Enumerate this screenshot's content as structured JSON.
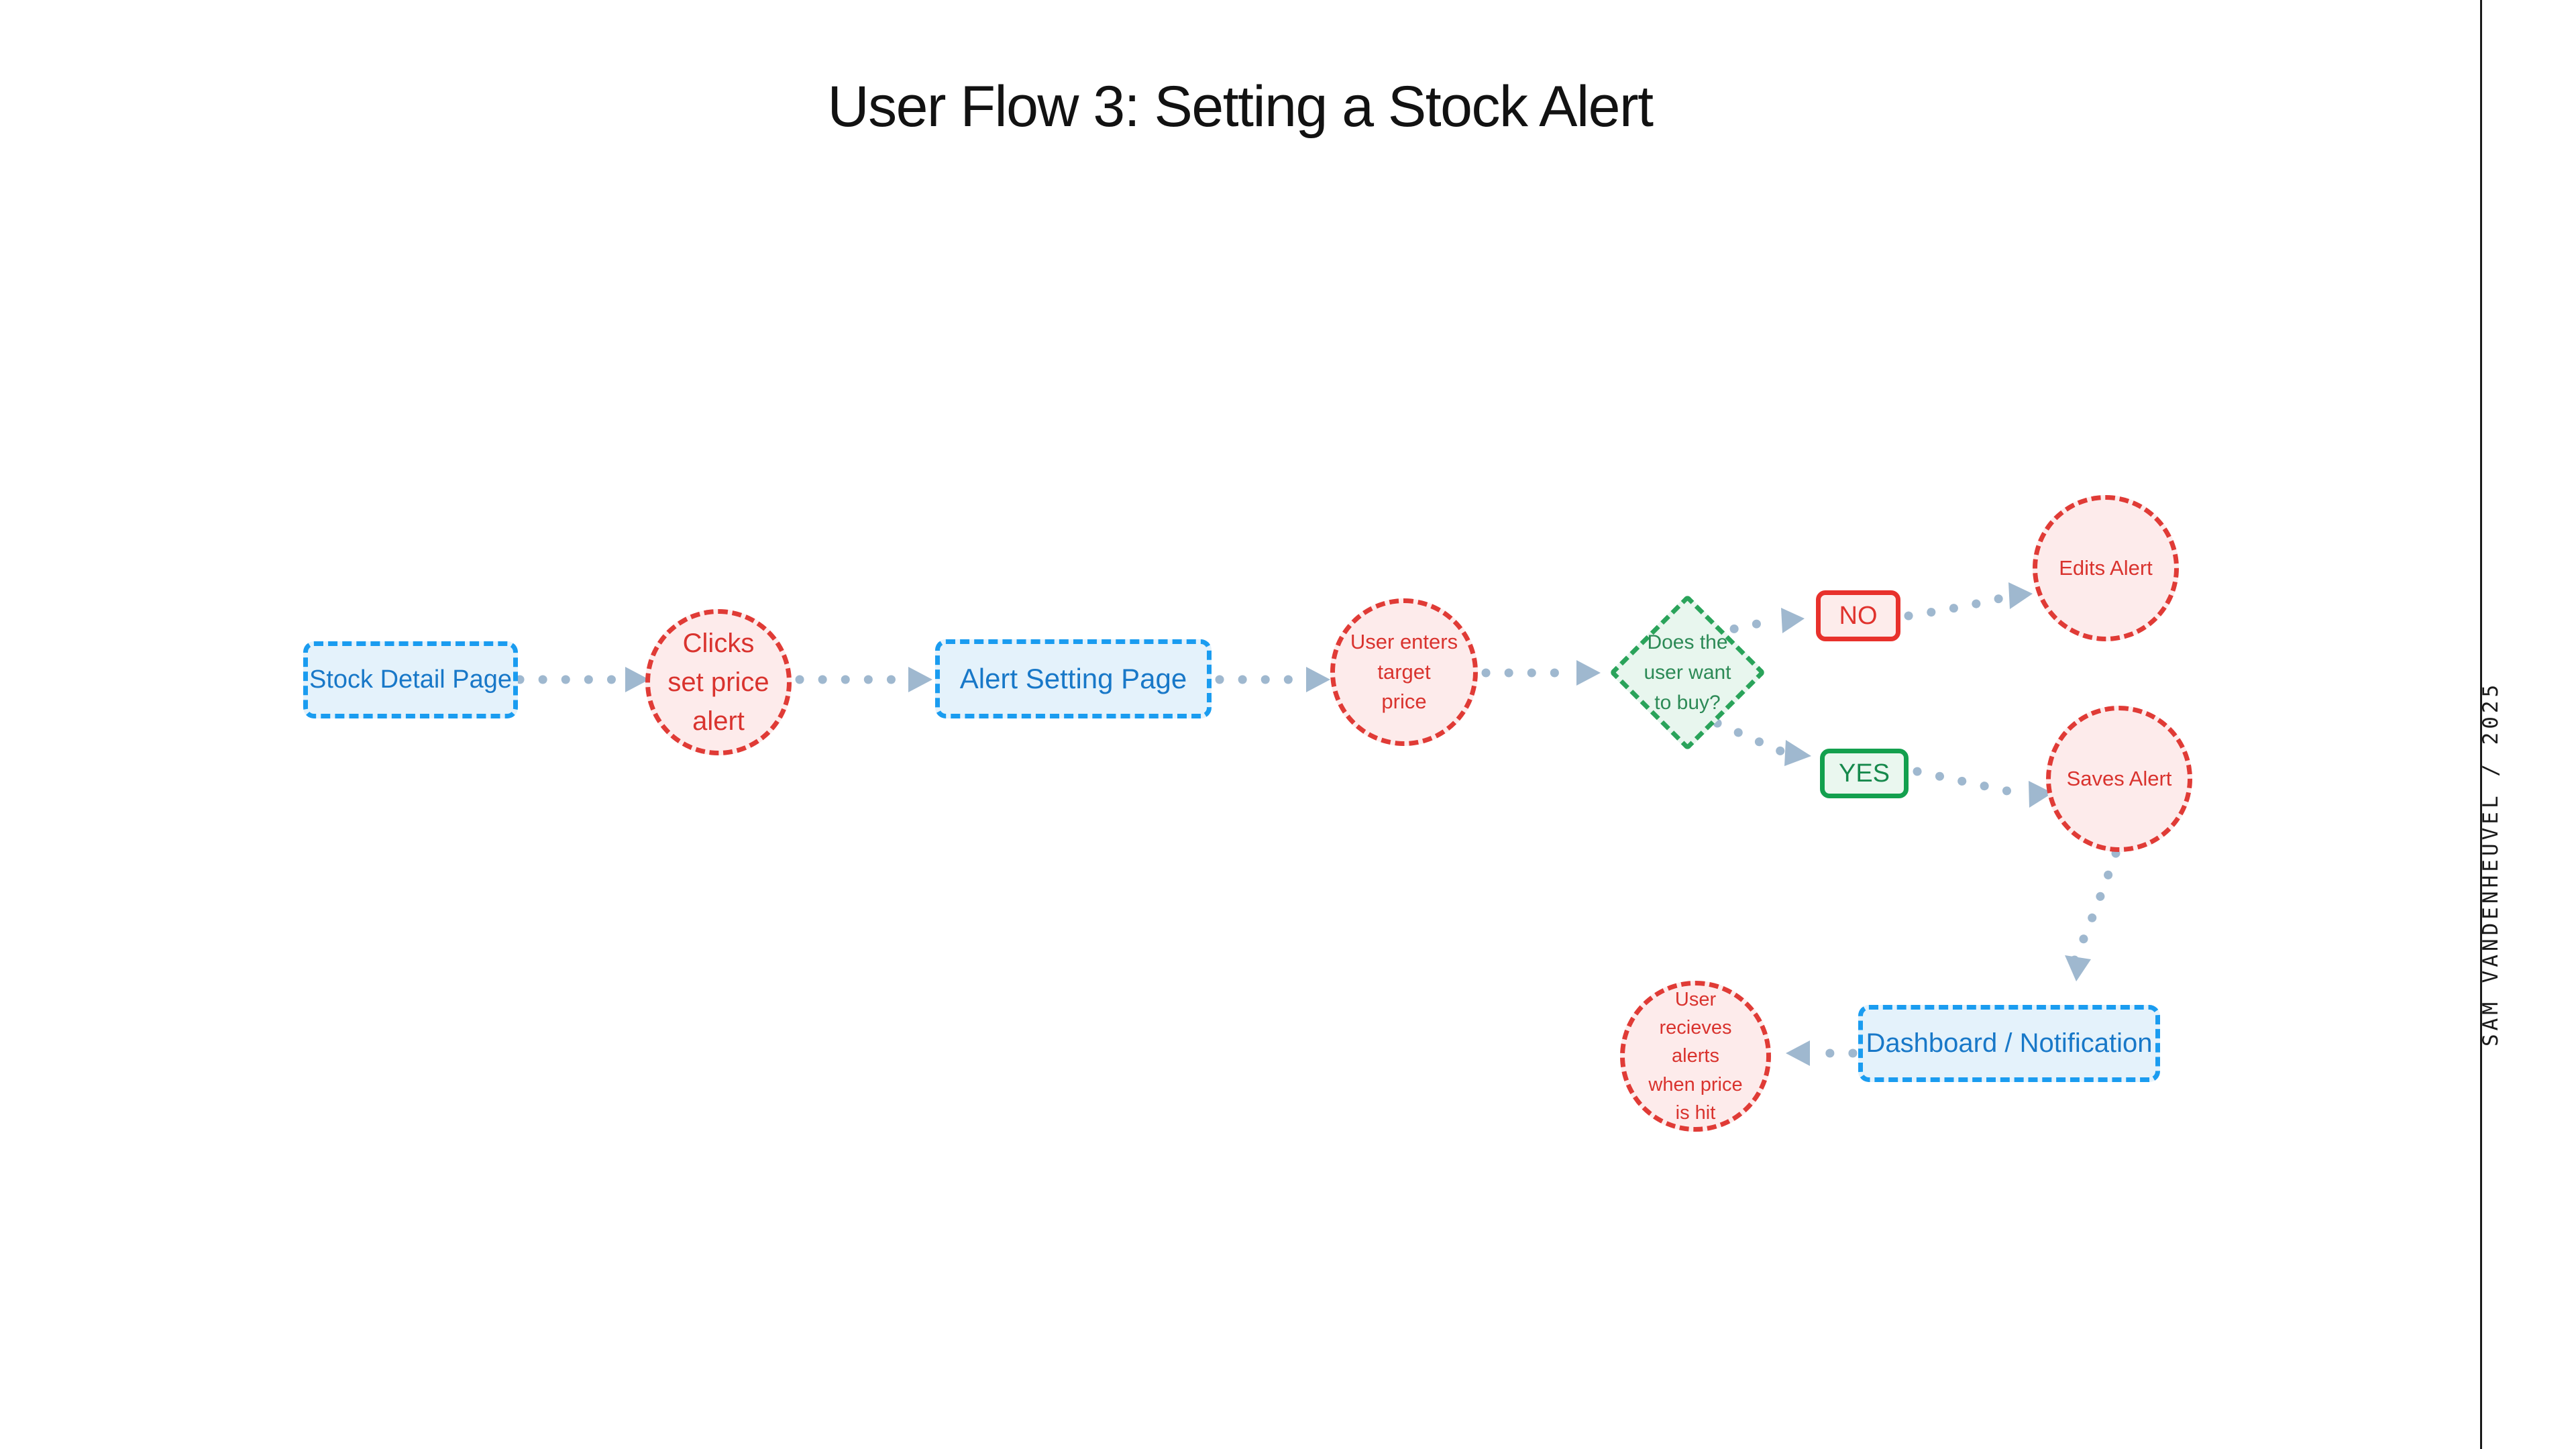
{
  "page": {
    "title": "User Flow 3: Setting a Stock Alert",
    "credit": "SAM VANDENHEUVEL  /  2025",
    "background": "#ffffff"
  },
  "palette": {
    "page_fill": "#e4f2fb",
    "page_border": "#1a9cf0",
    "page_text": "#1878c8",
    "action_fill": "#fdebeb",
    "action_border": "#e03b36",
    "action_text": "#d9332e",
    "decision_fill": "#e8f6ee",
    "decision_border": "#2aa35a",
    "decision_text": "#2c8a56",
    "no_border": "#e8312c",
    "yes_border": "#13a04e",
    "connector": "#9fb8cf",
    "title_text": "#121212"
  },
  "flow": {
    "nodes": {
      "stock_detail_page": "Stock Detail Page",
      "clicks_set_price_alert": "Clicks\nset price\nalert",
      "alert_setting_page": "Alert Setting Page",
      "user_enters_target_price": "User enters\ntarget\nprice",
      "decision_buy": "Does the\nuser want\nto buy?",
      "choice_no": "NO",
      "choice_yes": "YES",
      "edits_alert": "Edits Alert",
      "saves_alert": "Saves Alert",
      "dashboard_notification": "Dashboard / Notification",
      "user_recieves_alerts": "User\nrecieves\nalerts\nwhen price\nis hit"
    },
    "edges": [
      {
        "from": "stock_detail_page",
        "to": "clicks_set_price_alert"
      },
      {
        "from": "clicks_set_price_alert",
        "to": "alert_setting_page"
      },
      {
        "from": "alert_setting_page",
        "to": "user_enters_target_price"
      },
      {
        "from": "user_enters_target_price",
        "to": "decision_buy"
      },
      {
        "from": "decision_buy",
        "to": "choice_no"
      },
      {
        "from": "decision_buy",
        "to": "choice_yes"
      },
      {
        "from": "choice_no",
        "to": "edits_alert"
      },
      {
        "from": "choice_yes",
        "to": "saves_alert"
      },
      {
        "from": "saves_alert",
        "to": "dashboard_notification"
      },
      {
        "from": "dashboard_notification",
        "to": "user_recieves_alerts"
      }
    ]
  }
}
